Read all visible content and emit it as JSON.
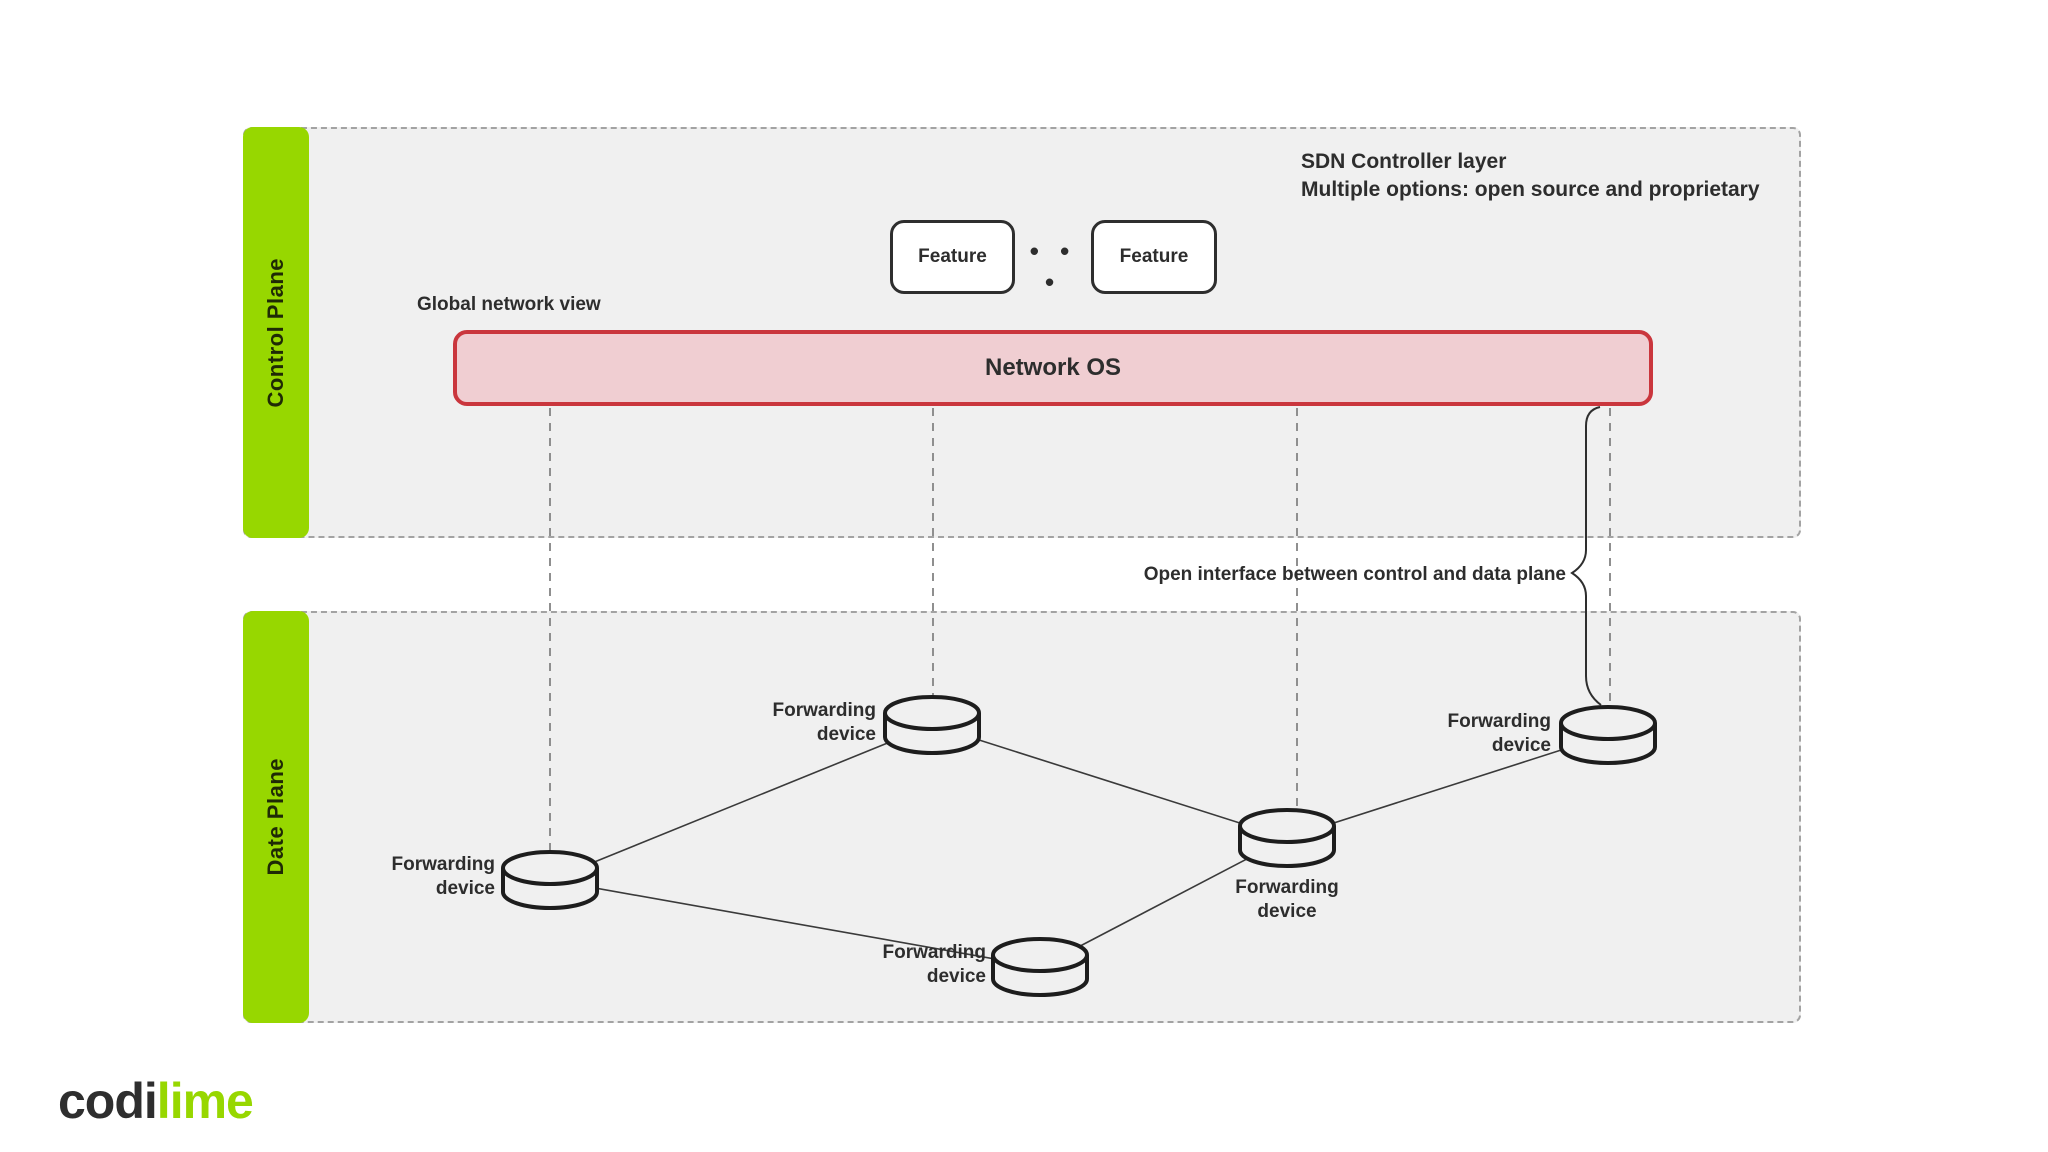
{
  "header": {
    "sdn_title_line1": "SDN Controller layer",
    "sdn_title_line2": "Multiple options: open source and proprietary"
  },
  "control_plane": {
    "sidebar_label": "Control Plane",
    "features": [
      {
        "label": "Feature"
      },
      {
        "label": "Feature"
      }
    ],
    "dots_label": "• • •",
    "global_network_view_label": "Global network view",
    "network_os_label": "Network OS"
  },
  "interface_note": "Open interface between control and data plane",
  "data_plane": {
    "sidebar_label": "Date Plane",
    "devices": [
      {
        "position": "left",
        "label": "Forwarding\ndevice"
      },
      {
        "position": "top-middle",
        "label": "Forwarding\ndevice"
      },
      {
        "position": "bottom",
        "label": "Forwarding\ndevice"
      },
      {
        "position": "middle-right",
        "label": "Forwarding\ndevice"
      },
      {
        "position": "right",
        "label": "Forwarding\ndevice"
      }
    ]
  },
  "logo": {
    "part1": "codi",
    "part2": "lime"
  },
  "colors": {
    "lime_accent": "#97d700",
    "plane_fill": "#f0f0f0",
    "dashed_border": "#a3a3a3",
    "network_os_fill": "#f0ced2",
    "network_os_border": "#ca363d",
    "text": "#2d2d2d"
  }
}
